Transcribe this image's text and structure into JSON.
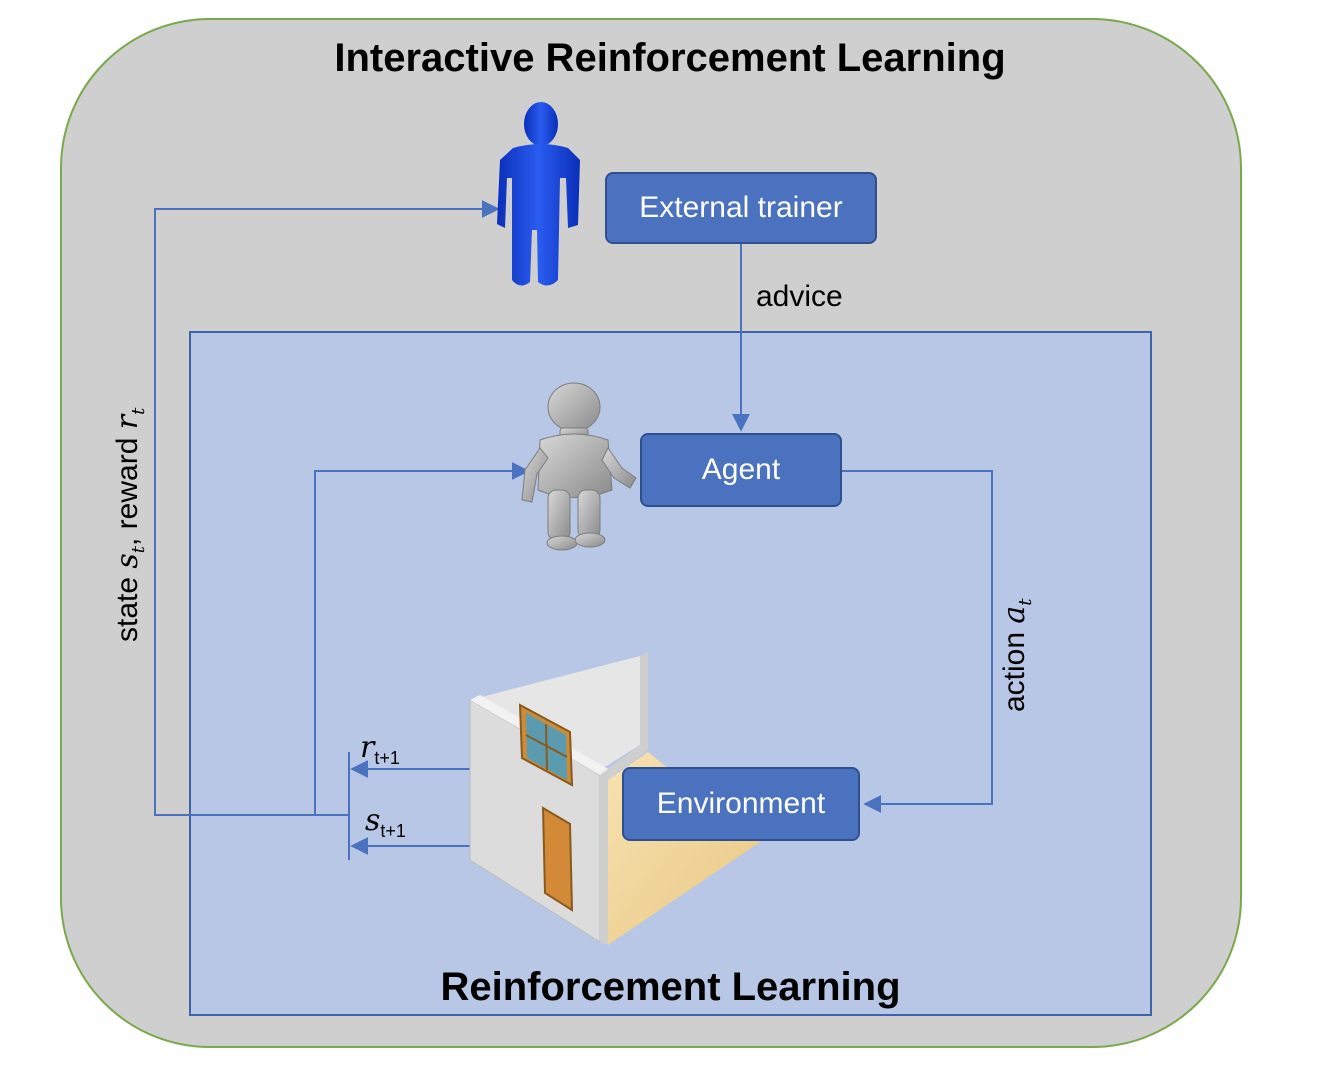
{
  "outer_title": "Interactive Reinforcement Learning",
  "inner_title": "Reinforcement Learning",
  "boxes": {
    "external_trainer": "External trainer",
    "agent": "Agent",
    "environment": "Environment"
  },
  "labels": {
    "advice": "advice",
    "state_prefix": "state ",
    "state_var": "s",
    "state_sub": "t",
    "reward_prefix": ", reward ",
    "reward_var": "r",
    "reward_sub": "t",
    "action_prefix": "action ",
    "action_var": "a",
    "action_sub": "t",
    "next_reward_var": "r",
    "next_reward_sub": "t+1",
    "next_state_var": "s",
    "next_state_sub": "t+1"
  },
  "colors": {
    "outer_fill": "#d0cfcf",
    "outer_border": "#7aa84c",
    "inner_fill": "#b7c7e5",
    "box_fill": "#4a72bf",
    "arrow": "#4a72bf",
    "human_figure": "#1f4fd8",
    "robot_figure": "#a6a6a6"
  },
  "icons": [
    "human-figure-icon",
    "robot-icon",
    "room-environment-icon"
  ]
}
